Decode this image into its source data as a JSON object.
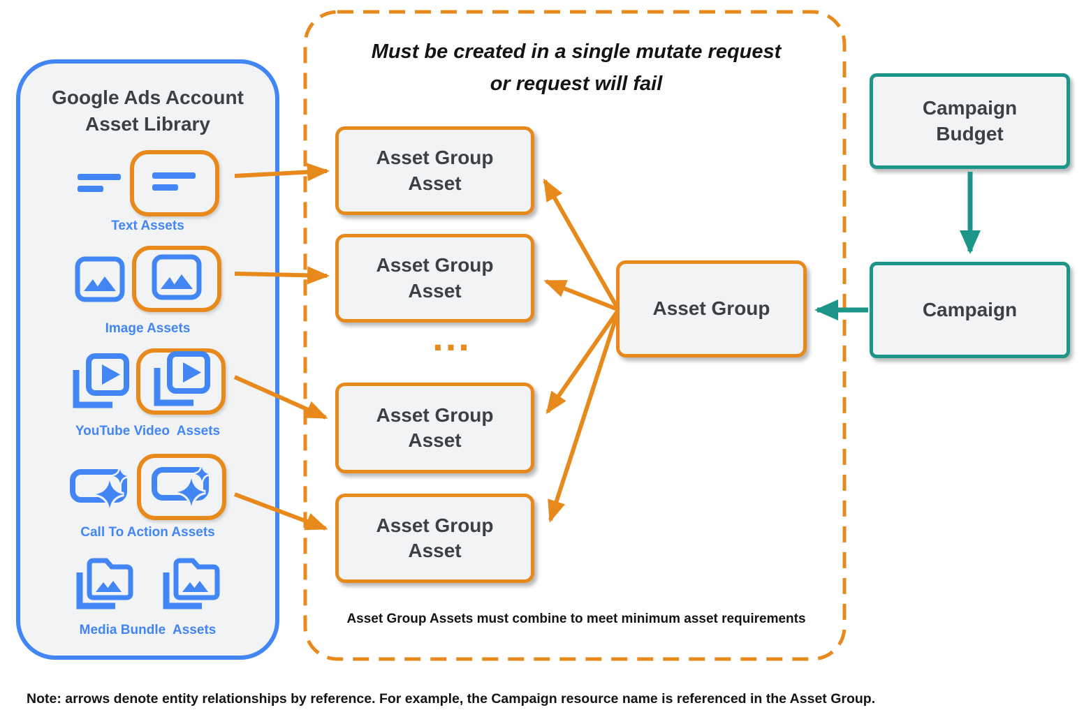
{
  "diagram": {
    "library": {
      "title": "Google Ads Account Asset Library",
      "rows": [
        {
          "label": "Text Assets"
        },
        {
          "label": "Image Assets"
        },
        {
          "label": "YouTube Video  Assets"
        },
        {
          "label": "Call To Action Assets"
        },
        {
          "label": "Media Bundle  Assets"
        }
      ]
    },
    "mutate_group": {
      "title_line1": "Must be created in a single mutate request",
      "title_line2": "or request will fail",
      "asset_box": {
        "line1": "Asset Group",
        "line2": "Asset"
      },
      "ellipsis": "...",
      "caption": "Asset Group Assets must combine to meet minimum asset requirements"
    },
    "nodes": {
      "asset_group": "Asset Group",
      "campaign_budget_line1": "Campaign",
      "campaign_budget_line2": "Budget",
      "campaign": "Campaign"
    },
    "note": "Note: arrows denote entity relationships by reference. For example, the Campaign resource name is referenced in the Asset Group.",
    "colors": {
      "orange": "#E8891C",
      "blue": "#4285F4",
      "teal": "#1B9689",
      "box_fill": "#F1F3F4",
      "text_gray": "#3C4043",
      "text_black": "#141414"
    }
  }
}
